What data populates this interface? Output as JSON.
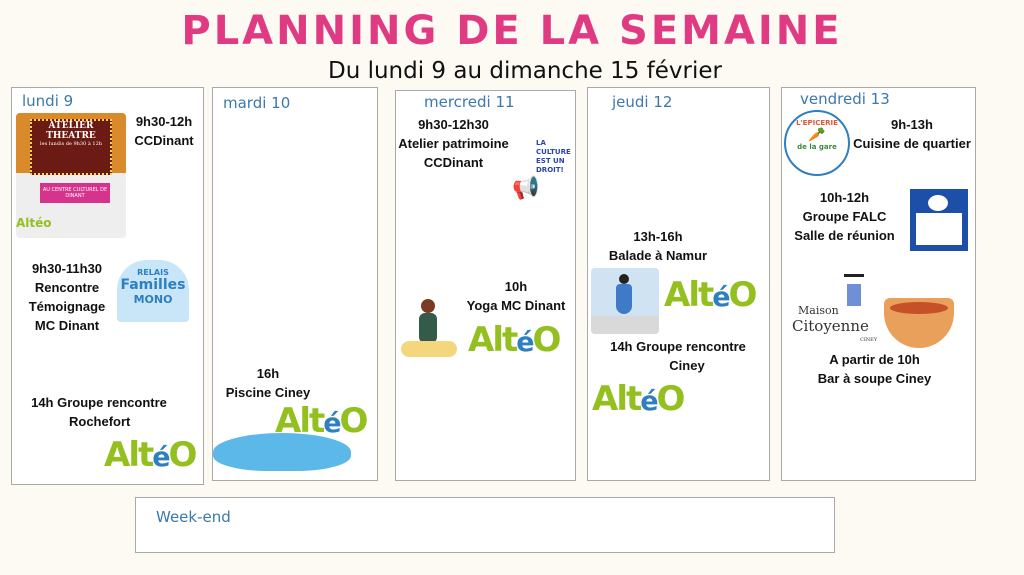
{
  "title": "PLANNING DE LA SEMAINE",
  "subtitle": "Du lundi 9 au dimanche 15 février",
  "colors": {
    "title": "#e03a83",
    "day": "#3a78b0",
    "alteo_green": "#93c01f",
    "alteo_blue": "#2d7fc1"
  },
  "alteo": {
    "a": "Alt",
    "e": "é",
    "o": "O"
  },
  "days": {
    "lundi": {
      "label": "lundi 9",
      "ev1": {
        "time": "9h30-12h",
        "place": "CCDinant"
      },
      "poster": {
        "line1": "ATELIER",
        "line2": "THEATRE",
        "line3": "les lundis de 9h30 à 12h",
        "line4": "AU CENTRE CULTUREL DE DINANT"
      },
      "ev2": {
        "time": "9h30-11h30",
        "l1": "Rencontre",
        "l2": "Témoignage",
        "l3": "MC Dinant"
      },
      "relais": {
        "l1": "RELAIS",
        "l2": "Familles",
        "l3": "MONO"
      },
      "ev3": {
        "l1": "14h Groupe rencontre",
        "l2": "Rochefort"
      }
    },
    "mardi": {
      "label": "mardi 10",
      "ev1": {
        "time": "16h",
        "place": "Piscine Ciney"
      }
    },
    "mercredi": {
      "label": "mercredi 11",
      "ev1": {
        "time": "9h30-12h30",
        "l1": "Atelier patrimoine",
        "l2": "CCDinant"
      },
      "culture": "LA CULTURE EST UN DROIT!",
      "ev2": {
        "time": "10h",
        "l1": "Yoga MC Dinant"
      }
    },
    "jeudi": {
      "label": "jeudi 12",
      "ev1": {
        "time": "13h-16h",
        "l1": "Balade à Namur"
      },
      "ev2": {
        "l1": "14h Groupe rencontre",
        "l2": "Ciney"
      }
    },
    "vendredi": {
      "label": "vendredi 13",
      "epicerie": {
        "top": "L'EPICERIE",
        "bottom": "de la gare"
      },
      "ev1": {
        "time": "9h-13h",
        "l1": "Cuisine de quartier"
      },
      "ev2": {
        "time": "10h-12h",
        "l1": "Groupe FALC",
        "l2": "Salle de réunion"
      },
      "maison": {
        "l1": "Maison",
        "l2": "Citoyenne",
        "l3": "CINEY"
      },
      "ev3": {
        "time": "A partir de 10h",
        "l1": "Bar à soupe Ciney"
      }
    }
  },
  "weekend": {
    "label": "Week-end"
  }
}
